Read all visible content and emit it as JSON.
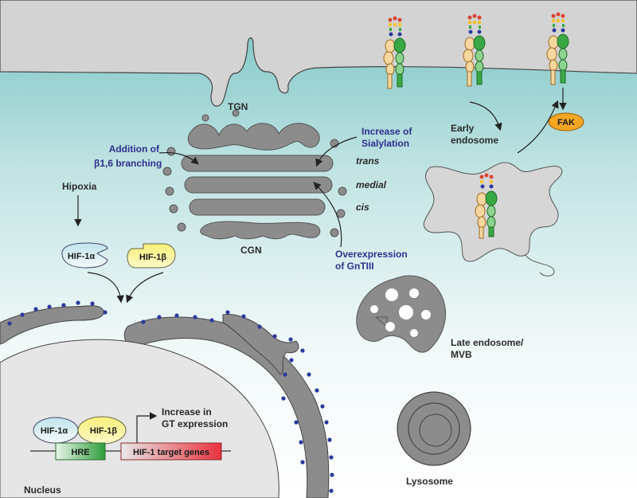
{
  "labels": {
    "tgn": "TGN",
    "cgn": "CGN",
    "trans": "trans",
    "medial": "medial",
    "cis": "cis",
    "addition_line1": "Addition of",
    "addition_line2": "β1,6 branching",
    "increase_sialylation_line1": "Increase of",
    "increase_sialylation_line2": "Sialylation",
    "overexpression_line1": "Overexpression",
    "overexpression_line2": "of GnTIII",
    "hipoxia": "Hipoxia",
    "hif1a": "HIF-1α",
    "hif1b": "HIF-1β",
    "early_endosome_line1": "Early",
    "early_endosome_line2": "endosome",
    "fak": "FAK",
    "late_endosome_line1": "Late endosome/",
    "late_endosome_line2": "MVB",
    "lysosome": "Lysosome",
    "nucleus": "Nucleus",
    "gt_expression_line1": "Increase  in",
    "gt_expression_line2": "GT expression",
    "hre": "HRE",
    "target_genes": "HIF-1 target genes"
  },
  "colors": {
    "membrane": "#d6d6d6",
    "cytoplasm_top": "#7fc6c6",
    "organelle": "#8c8c8c",
    "label_blue": "#2f2f8f",
    "fak": "#f5a623",
    "hif1b": "#f5e61a",
    "hre": "#3aa845",
    "target_genes": "#e84a55",
    "ribosome": "#2c3a9c"
  }
}
